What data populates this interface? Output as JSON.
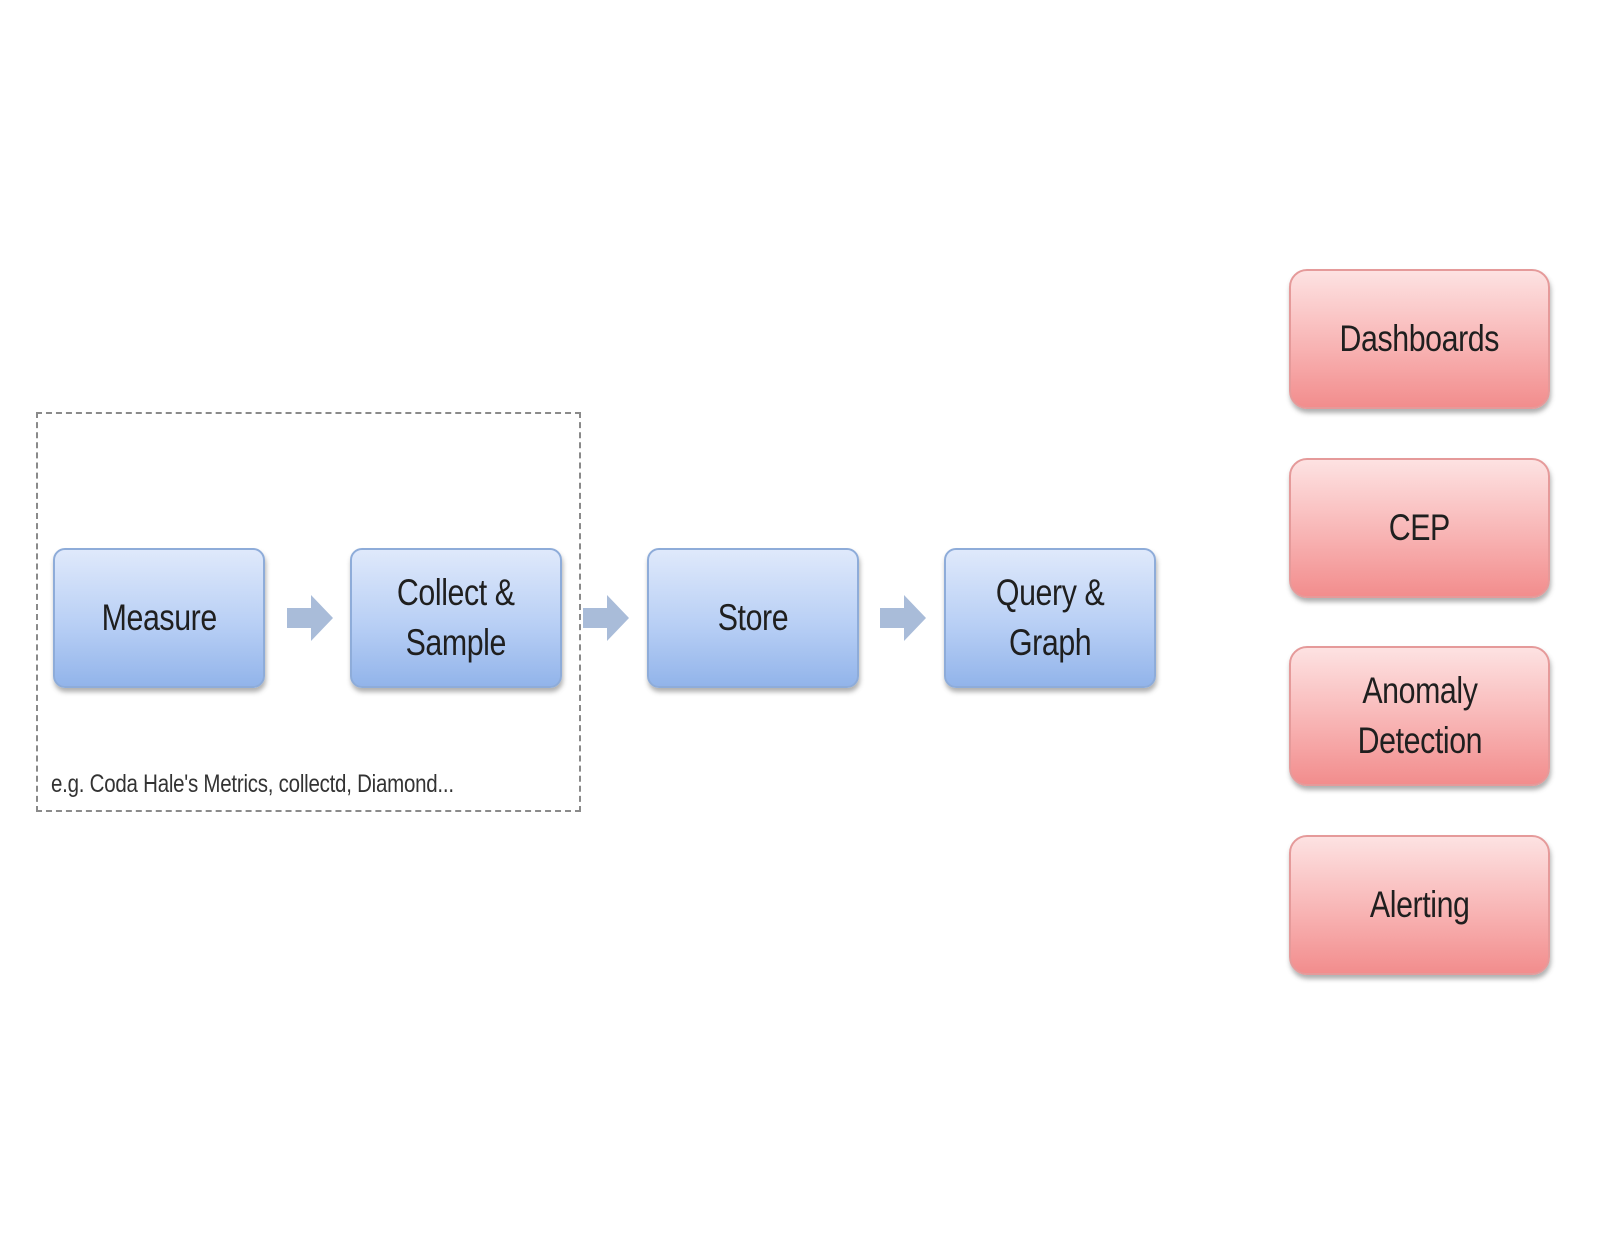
{
  "diagram": {
    "group": {
      "caption": "e.g. Coda Hale's Metrics, collectd, Diamond..."
    },
    "pipeline": [
      {
        "label": "Measure"
      },
      {
        "label": "Collect &\nSample"
      },
      {
        "label": "Store"
      },
      {
        "label": "Query &\nGraph"
      }
    ],
    "consumers": [
      {
        "label": "Dashboards"
      },
      {
        "label": "CEP"
      },
      {
        "label": "Anomaly\nDetection"
      },
      {
        "label": "Alerting"
      }
    ],
    "colors": {
      "pipeline_fill": "#b8cff5",
      "consumer_fill": "#f8b4b4",
      "arrow": "#a9bcd9",
      "group_border": "#8a8a8a"
    }
  }
}
